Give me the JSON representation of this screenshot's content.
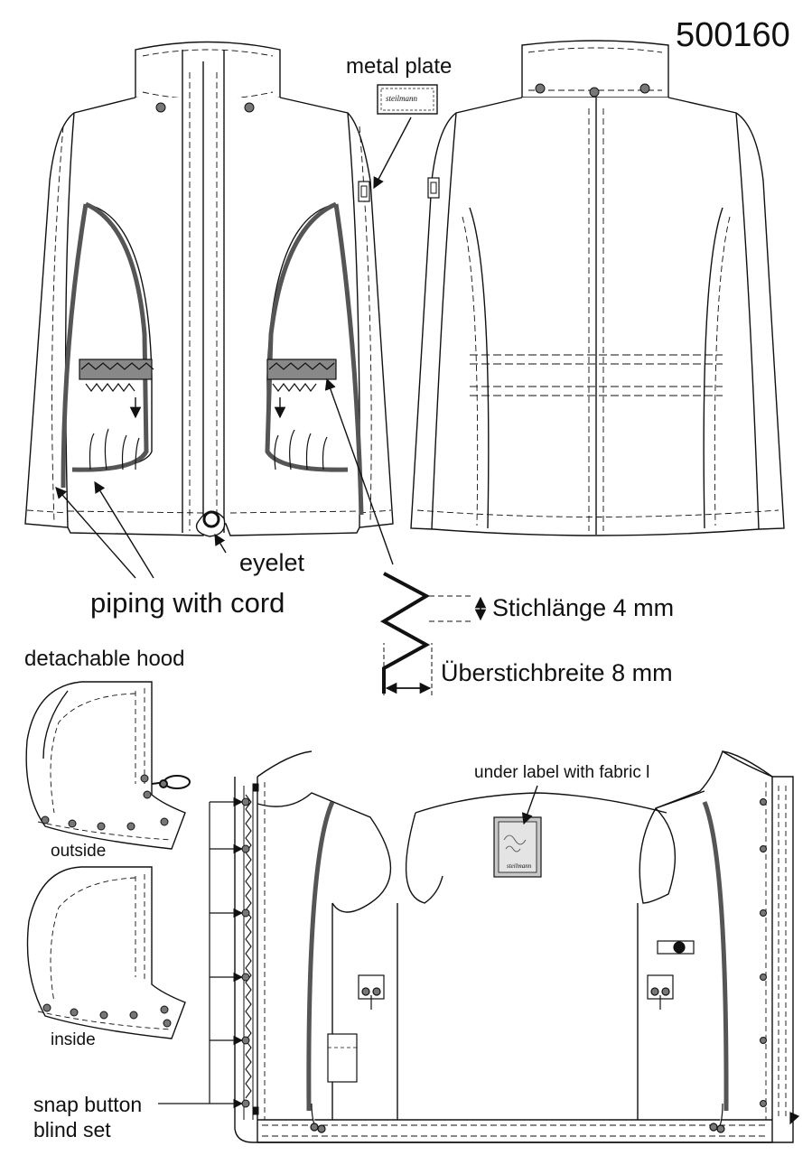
{
  "style_number": "500160",
  "labels": {
    "metal_plate": "metal plate",
    "plate_brand": "steilmann",
    "eyelet": "eyelet",
    "piping": "piping with cord",
    "stitch_length": "Stichlänge 4 mm",
    "stitch_width": "Überstichbreite 8 mm",
    "detachable_hood": "detachable hood",
    "under_label": "under label with fabric l",
    "hood_outside": "outside",
    "hood_inside": "inside",
    "snap_line1": "snap button",
    "snap_line2": "blind set"
  },
  "colors": {
    "line": "#111111",
    "piping": "#555555",
    "button": "#777777",
    "label_fill": "#c8c8c8"
  }
}
